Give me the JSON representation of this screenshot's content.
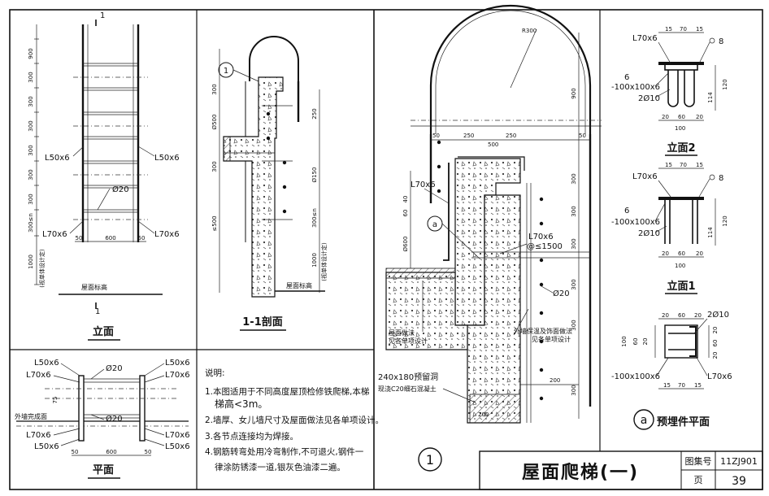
{
  "title_block": {
    "title": "屋面爬梯(一)",
    "atlas_label": "图集号",
    "atlas_no": "11ZJ901",
    "page_label": "页",
    "page_no": "39"
  },
  "elevation": {
    "title": "立面",
    "section_mark": "1",
    "dims_left": [
      "900",
      "300",
      "300",
      "300",
      "300",
      "300",
      "300",
      "300≤n",
      "1000"
    ],
    "side_note": "(视单体设计定)",
    "bottom_dims": [
      "50",
      "600",
      "50"
    ],
    "labels": {
      "l50_left": "L50x6",
      "l50_right": "L50x6",
      "phi20": "Ø20",
      "l70_left": "L70x6",
      "l70_right": "L70x6",
      "roof_level": "屋面标高"
    }
  },
  "section": {
    "title": "1-1剖面",
    "callout": "1",
    "dims": [
      "300",
      "Ø500",
      "300",
      "≤500",
      "1000",
      "(视单体设计定)",
      "Ø150",
      "300≤n",
      "250"
    ],
    "roof_level": "屋面标高"
  },
  "plan": {
    "title": "平面",
    "labels": {
      "l50_tl": "L50x6",
      "l70_tl": "L70x6",
      "phi20_top": "Ø20",
      "l50_tr": "L50x6",
      "l70_tr": "L70x6",
      "wall_line": "外墙完成面",
      "phi20_bot": "Ø20",
      "l70_bl": "L70x6",
      "l50_bl": "L50x6",
      "l70_br": "L70x6",
      "l50_br": "L50x6"
    },
    "dims": [
      "50",
      "600",
      "50",
      "75"
    ]
  },
  "notes": {
    "heading": "说明:",
    "lines": [
      "1.本图适用于不同高度屋顶检修铁爬梯,本梯",
      "梯高<3m。",
      "2.墙厚、女儿墙尺寸及屋面做法见各单项设计。",
      "3.各节点连接均为焊接。",
      "4.钢筋转弯处用冷弯制作,不可退火,钢件一",
      "律涂防锈漆一道,银灰色油漆二遍。"
    ]
  },
  "detail1": {
    "number": "1",
    "radius_label": "R300",
    "dims_top": [
      "50",
      "250",
      "250",
      "50"
    ],
    "dims_right": [
      "900",
      "300",
      "300",
      "300",
      "300",
      "300",
      "300"
    ],
    "dims_left": [
      "40",
      "60",
      "Ø600"
    ],
    "bubble": "a",
    "l70": "L70x6",
    "l70_spacing": "@≤1500",
    "phi20": "Ø20",
    "roof_note_1": "屋面做法",
    "roof_note_2": "见各单项设计",
    "wall_note_1": "外墙保温及饰面做法",
    "wall_note_2": "见各单项设计",
    "lintel_1": "240x180预留洞",
    "lintel_2": "现浇C20细石混凝土",
    "dim_200_a": "200",
    "dim_200_b": "200",
    "dim_500": "500"
  },
  "elev2": {
    "title": "立面2",
    "l70": "L70x6",
    "bar": "8",
    "plate": "-100x100x6",
    "n6": "6",
    "rod": "2Ø10",
    "dims_top": [
      "15",
      "70",
      "15"
    ],
    "dims_bot": [
      "20",
      "60",
      "20"
    ],
    "width": "100",
    "dims_right": [
      "120",
      "114"
    ]
  },
  "elev1": {
    "title": "立面1",
    "l70": "L70x6",
    "bar": "8",
    "plate": "-100x100x6",
    "n6": "6",
    "rod": "2Ø10",
    "dims_top": [
      "15",
      "70",
      "15"
    ],
    "dims_bot": [
      "20",
      "60",
      "20"
    ],
    "width": "100",
    "dims_right": [
      "120",
      "114"
    ]
  },
  "embed_plan": {
    "title": "预埋件平面",
    "bubble": "a",
    "rod": "2Ø10",
    "dims_top": [
      "20",
      "60",
      "20"
    ],
    "plate": "-100x100x6",
    "l70": "L70x6",
    "dims_bot": [
      "15",
      "70",
      "15"
    ],
    "dims_left": [
      "100",
      "60",
      "20"
    ],
    "dims_right": [
      "20",
      "60",
      "20"
    ]
  }
}
